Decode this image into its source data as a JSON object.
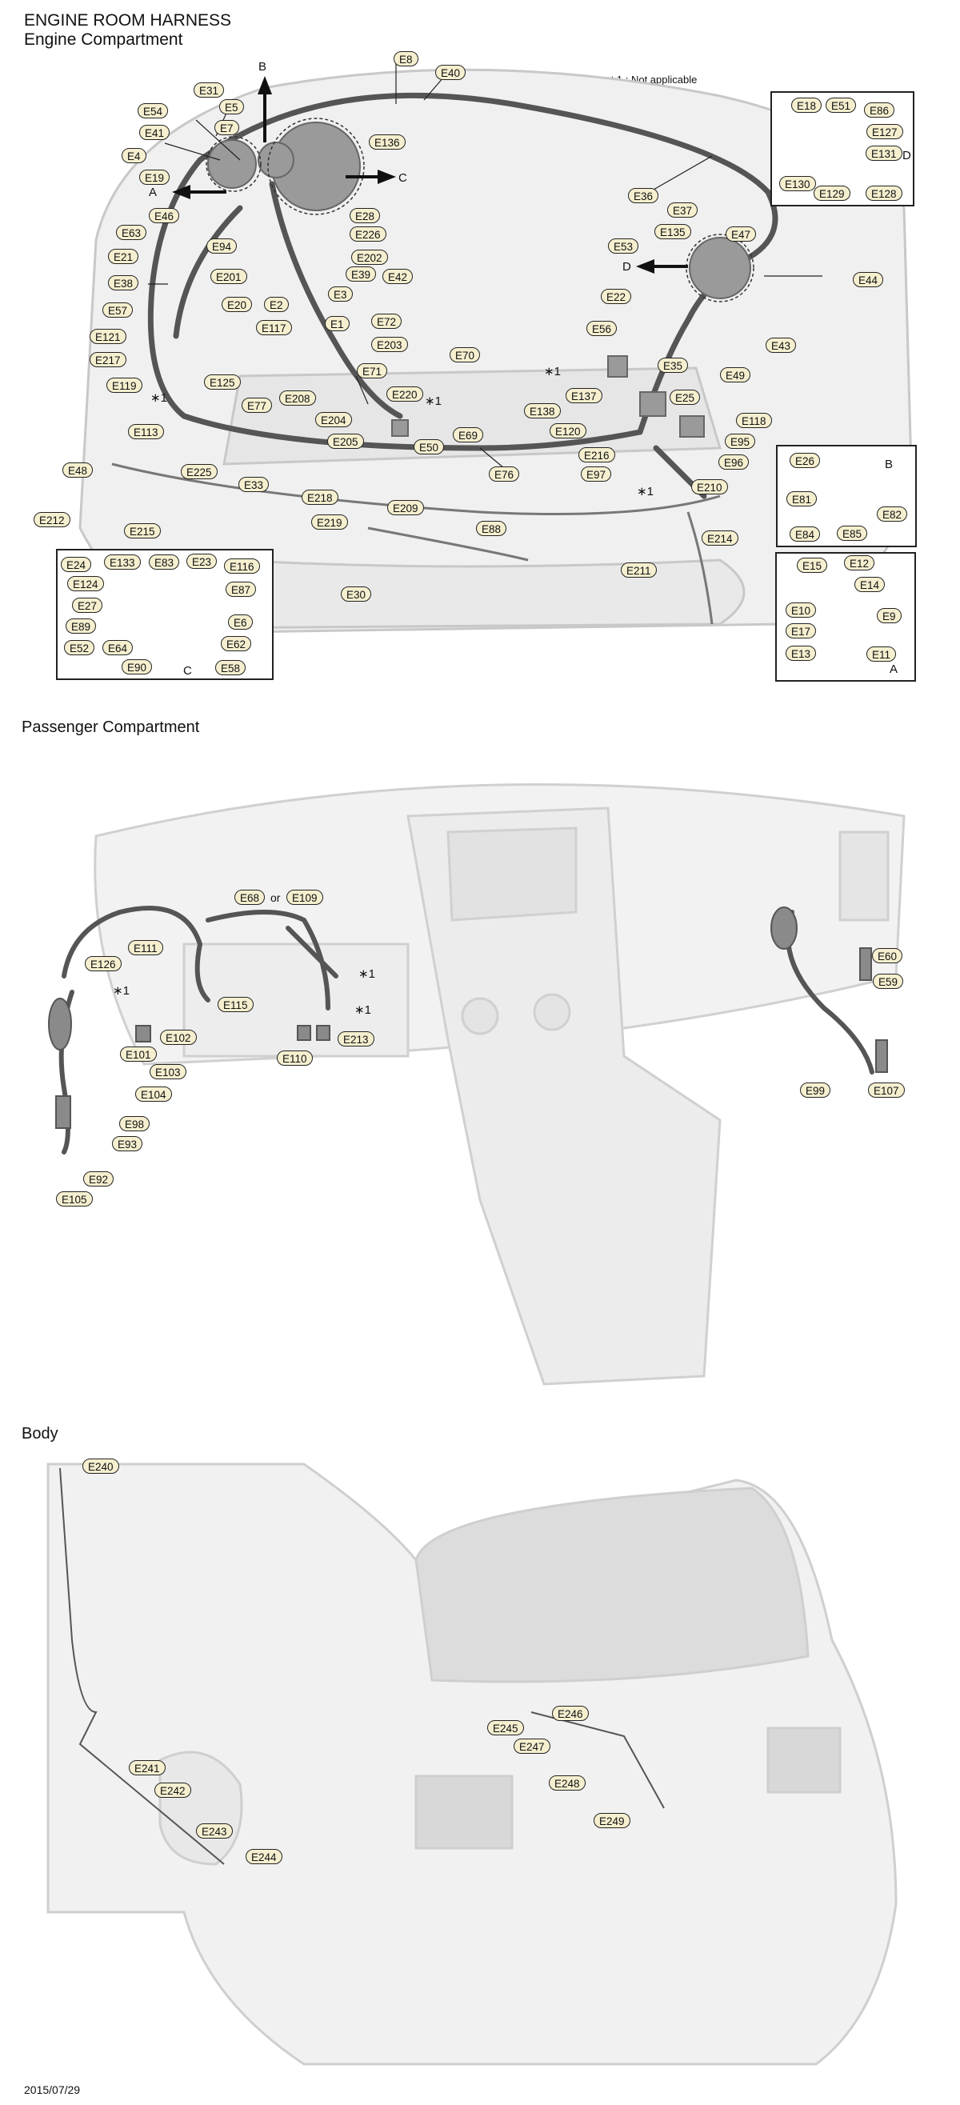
{
  "header": {
    "title": "ENGINE ROOM HARNESS",
    "subtitle": "Engine Compartment"
  },
  "note": "∗1 : Not applicable",
  "sections": {
    "passenger": "Passenger Compartment",
    "body": "Body"
  },
  "date": "2015/07/29",
  "star_mark": "∗1",
  "or_word": "or",
  "circle_labels": {
    "a": "A",
    "b": "B",
    "c": "C",
    "d": "D"
  },
  "engine_labels": [
    "E31",
    "E54",
    "E5",
    "E41",
    "E7",
    "E4",
    "E19",
    "E46",
    "E63",
    "E94",
    "E201",
    "E21",
    "E38",
    "E57",
    "E121",
    "E217",
    "E119",
    "E113",
    "E48",
    "E225",
    "E212",
    "E215",
    "E125",
    "E117",
    "E20",
    "E2",
    "E3",
    "E1",
    "E72",
    "E203",
    "E71",
    "E208",
    "E77",
    "E204",
    "E205",
    "E220",
    "E50",
    "E70",
    "E69",
    "E76",
    "E8",
    "E40",
    "E136",
    "E28",
    "E226",
    "E202",
    "E39",
    "E42",
    "E36",
    "E37",
    "E135",
    "E47",
    "E53",
    "E44",
    "E22",
    "E56",
    "E43",
    "E35",
    "E49",
    "E137",
    "E138",
    "E25",
    "E120",
    "E118",
    "E95",
    "E216",
    "E96",
    "E97",
    "E210",
    "E33",
    "E218",
    "E219",
    "E209",
    "E88",
    "E30",
    "E214",
    "E211"
  ],
  "inset_labels": [
    "E18",
    "E51",
    "E86",
    "E127",
    "E131",
    "E130",
    "E129",
    "E128",
    "E26",
    "E81",
    "E82",
    "E84",
    "E85",
    "E15",
    "E12",
    "E14",
    "E10",
    "E9",
    "E17",
    "E13",
    "E11",
    "E24",
    "E133",
    "E83",
    "E23",
    "E116",
    "E124",
    "E87",
    "E27",
    "E89",
    "E6",
    "E62",
    "E52",
    "E64",
    "E90",
    "E58"
  ],
  "passenger_labels": [
    "E68",
    "E109",
    "E111",
    "E126",
    "E115",
    "E102",
    "E101",
    "E103",
    "E104",
    "E110",
    "E213",
    "E98",
    "E93",
    "E92",
    "E105",
    "E60",
    "E59",
    "E99",
    "E107"
  ],
  "body_labels": [
    "E240",
    "E241",
    "E242",
    "E243",
    "E244",
    "E246",
    "E245",
    "E247",
    "E248",
    "E249"
  ]
}
